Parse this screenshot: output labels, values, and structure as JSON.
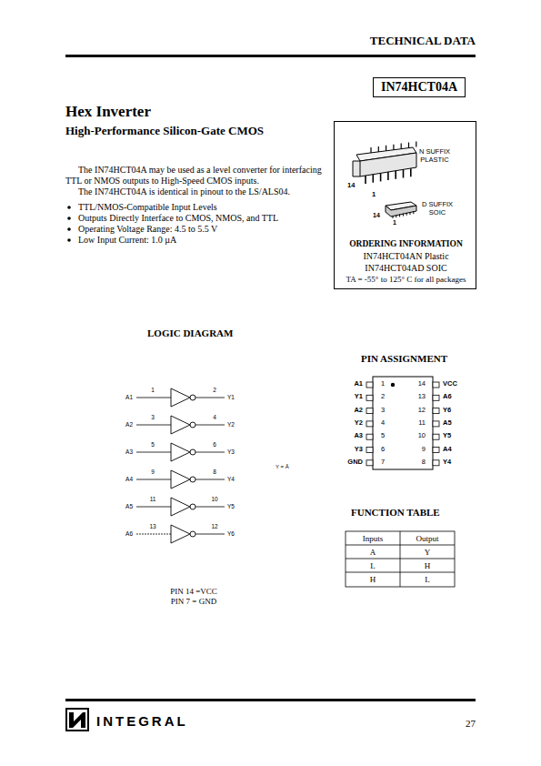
{
  "diagram": {
    "title": "Hex Inverter",
    "nodes": [
      {
        "text": [
          "IN74HCT04A"
        ]
      },
      {
        "text": [
          "N SUFFIX PLASTIC",
          "14",
          "1",
          "D SUFFIX SOIC",
          "14",
          "1",
          "ORDERING INFORMATION",
          "IN74HCT04AN Plastic",
          "IN74HCT04AD SOIC",
          "TA = -55° to 125° C for all packages"
        ]
      }
    ],
    "labels": [
      "TECHNICAL DATA",
      "High-Performance Silicon-Gate CMOS",
      "The IN74HCT04A may be used as a level converter for interfacing TTL or NMOS outputs to High-Speed CMOS inputs.",
      "The IN74HCT04A is identical in pinout to the LS/ALS04.",
      "TTL/NMOS-Compatible Input Levels",
      "Outputs Directly Interface to CMOS, NMOS, and TTL",
      "Operating Voltage Range: 4.5 to 5.5 V",
      "Low Input Current: 1.0 µA",
      "LOGIC DIAGRAM",
      "A1",
      "1",
      "2",
      "Y1",
      "A2",
      "3",
      "4",
      "Y2",
      "A3",
      "5",
      "6",
      "Y3",
      "A4",
      "9",
      "8",
      "Y4",
      "A5",
      "11",
      "10",
      "Y5",
      "A6",
      "13",
      "12",
      "Y6",
      "Y = Ā",
      "PIN 14 =VCC",
      "PIN 7 = GND",
      "PIN ASSIGNMENT",
      "A1",
      "1",
      "14",
      "VCC",
      "Y1",
      "2",
      "13",
      "A6",
      "A2",
      "3",
      "12",
      "Y6",
      "Y2",
      "4",
      "11",
      "A5",
      "A3",
      "5",
      "10",
      "Y5",
      "Y3",
      "6",
      "9",
      "A4",
      "GND",
      "7",
      "8",
      "Y4",
      "FUNCTION TABLE",
      "Inputs",
      "Output",
      "A",
      "Y",
      "L",
      "H",
      "H",
      "L",
      "INTEGRAL",
      "27"
    ]
  }
}
